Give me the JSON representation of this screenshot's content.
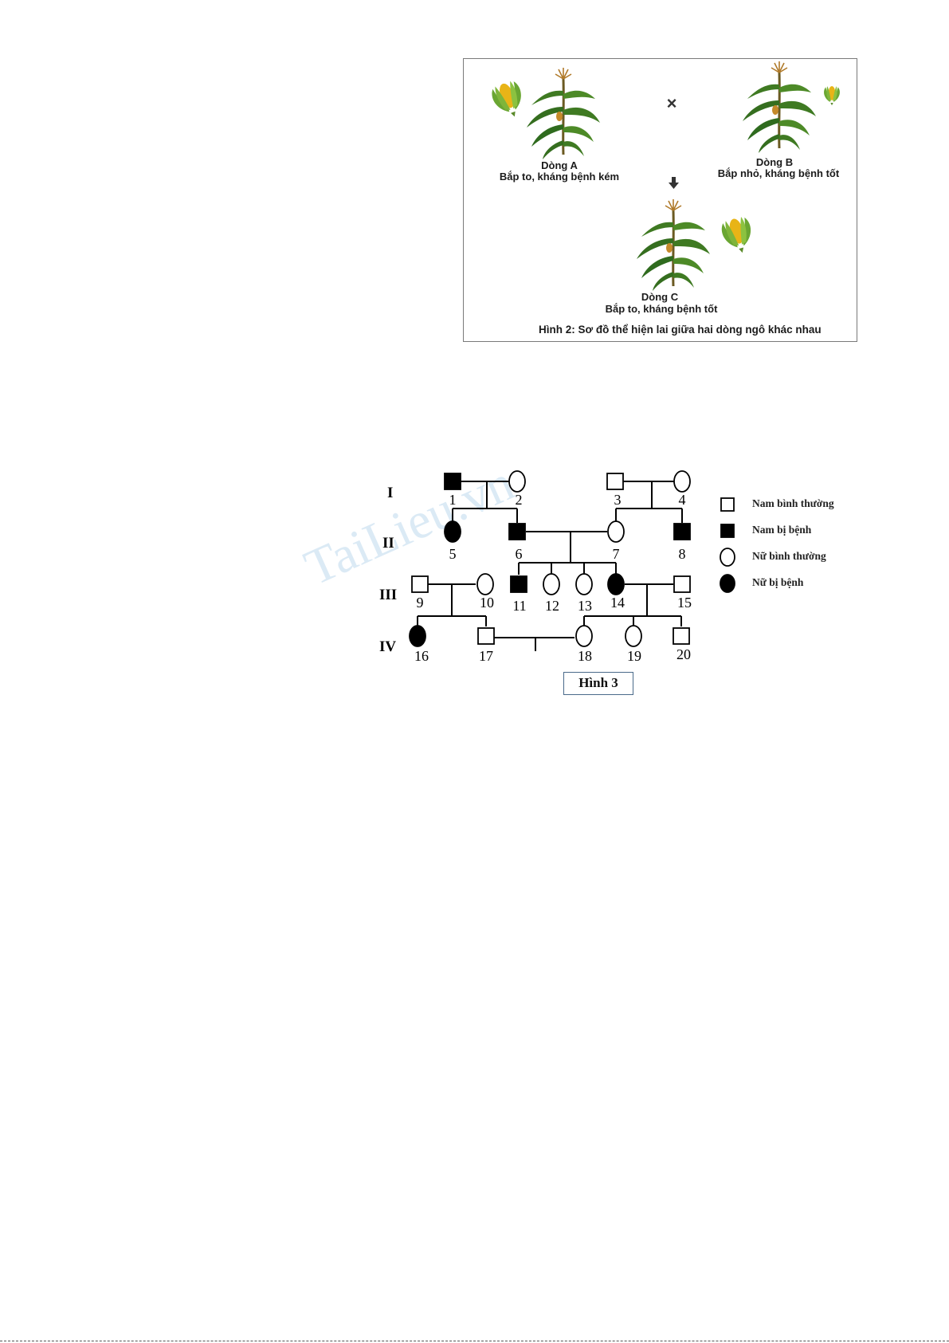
{
  "figure2": {
    "cross_symbol": "×",
    "lines": [
      {
        "name": "Dòng A",
        "description": "Bắp to, kháng bệnh kém"
      },
      {
        "name": "Dòng B",
        "description": "Bắp nhỏ, kháng bệnh tốt"
      },
      {
        "name": "Dòng C",
        "description": "Bắp to, kháng bệnh tốt"
      }
    ],
    "caption": "Hình 2: Sơ đồ thể hiện lai giữa hai dòng ngô khác nhau"
  },
  "figure3": {
    "caption": "Hình 3",
    "generations": [
      "I",
      "II",
      "III",
      "IV"
    ],
    "individuals": [
      {
        "id": "1",
        "sex": "male",
        "affected": true
      },
      {
        "id": "2",
        "sex": "female",
        "affected": false
      },
      {
        "id": "3",
        "sex": "male",
        "affected": false
      },
      {
        "id": "4",
        "sex": "female",
        "affected": false
      },
      {
        "id": "5",
        "sex": "female",
        "affected": true
      },
      {
        "id": "6",
        "sex": "male",
        "affected": true
      },
      {
        "id": "7",
        "sex": "female",
        "affected": false
      },
      {
        "id": "8",
        "sex": "male",
        "affected": true
      },
      {
        "id": "9",
        "sex": "male",
        "affected": false
      },
      {
        "id": "10",
        "sex": "female",
        "affected": false
      },
      {
        "id": "11",
        "sex": "male",
        "affected": true
      },
      {
        "id": "12",
        "sex": "female",
        "affected": false
      },
      {
        "id": "13",
        "sex": "female",
        "affected": false
      },
      {
        "id": "14",
        "sex": "female",
        "affected": true
      },
      {
        "id": "15",
        "sex": "male",
        "affected": false
      },
      {
        "id": "16",
        "sex": "female",
        "affected": true
      },
      {
        "id": "17",
        "sex": "male",
        "affected": false
      },
      {
        "id": "18",
        "sex": "female",
        "affected": false
      },
      {
        "id": "19",
        "sex": "female",
        "affected": false
      },
      {
        "id": "20",
        "sex": "male",
        "affected": false
      }
    ],
    "legend": [
      {
        "label": "Nam bình thường",
        "sex": "male",
        "affected": false
      },
      {
        "label": "Nam bị bệnh",
        "sex": "male",
        "affected": true
      },
      {
        "label": "Nữ bình thường",
        "sex": "female",
        "affected": false
      },
      {
        "label": "Nữ bị bệnh",
        "sex": "female",
        "affected": true
      }
    ],
    "watermark": "TaiLieu.vn"
  },
  "colors": {
    "stalk": "#7a6a2a",
    "leaf_dark": "#2f6b1e",
    "leaf_light": "#5e9a2e",
    "corn_kernel": "#e8b417",
    "husk": "#7fb53a",
    "watermark": "#c9dff0"
  }
}
